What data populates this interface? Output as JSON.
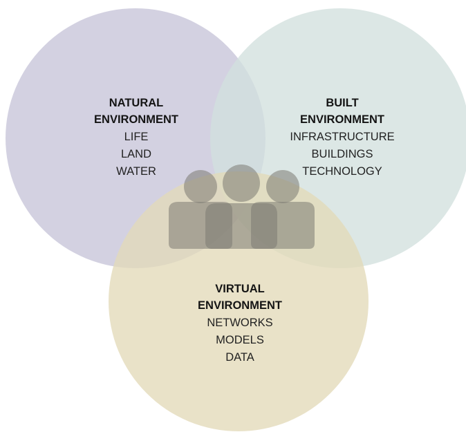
{
  "diagram": {
    "natural": {
      "title_line1": "NATURAL",
      "title_line2": "ENVIRONMENT",
      "items": [
        "LIFE",
        "LAND",
        "WATER"
      ],
      "color": "#cbc9dc"
    },
    "built": {
      "title_line1": "BUILT",
      "title_line2": "ENVIRONMENT",
      "items": [
        "INFRASTRUCTURE",
        "BUILDINGS",
        "TECHNOLOGY"
      ],
      "color": "#d2e0de"
    },
    "virtual": {
      "title_line1": "VIRTUAL",
      "title_line2": "ENVIRONMENT",
      "items": [
        "NETWORKS",
        "MODELS",
        "DATA"
      ],
      "color": "#e3dab9"
    },
    "people_icon": "group-of-people-icon",
    "people_color": "#7c7a73"
  }
}
